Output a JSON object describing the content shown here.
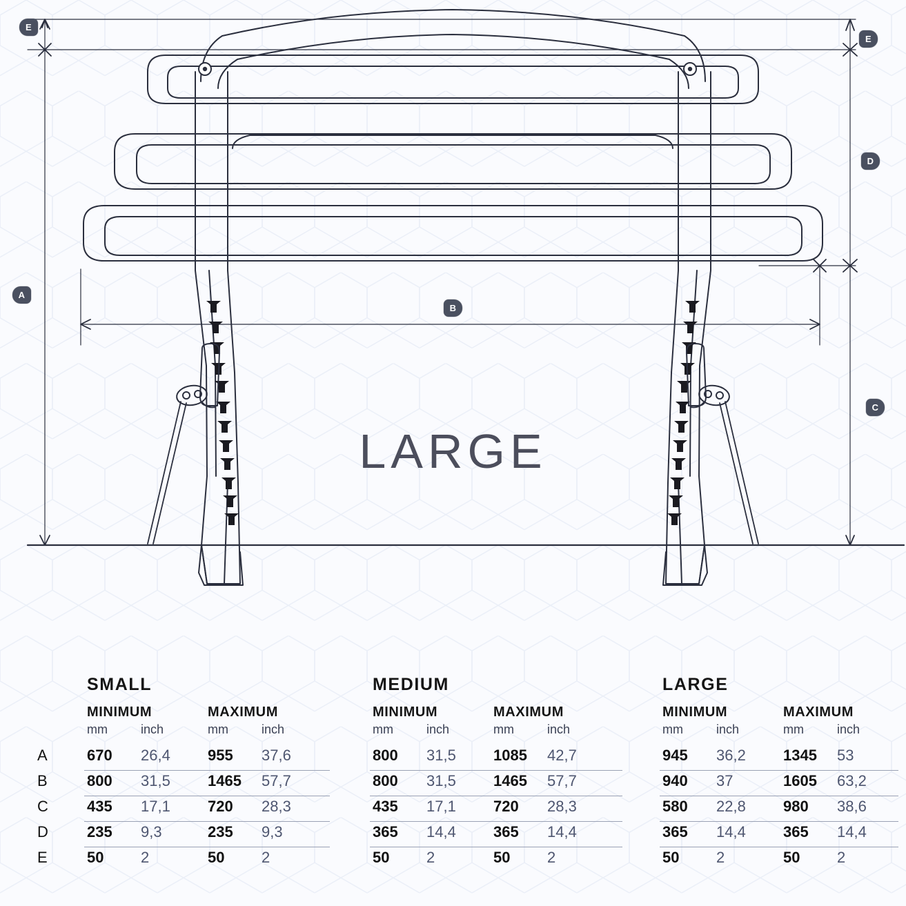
{
  "drawing": {
    "size_label": "LARGE",
    "badges": [
      {
        "id": "a",
        "letter": "A"
      },
      {
        "id": "e-left",
        "letter": "E"
      },
      {
        "id": "b",
        "letter": "B"
      },
      {
        "id": "e-right",
        "letter": "E"
      },
      {
        "id": "d",
        "letter": "D"
      },
      {
        "id": "c",
        "letter": "C"
      }
    ],
    "colors": {
      "line": "#2b2f3e",
      "badge_bg": "#4a5060",
      "badge_text": "#ffffff",
      "label_text": "#4c4e5c",
      "background": "#fafbfe",
      "honeycomb": "#dde5f3"
    }
  },
  "tables": {
    "headers": {
      "minimum": "MINIMUM",
      "maximum": "MAXIMUM",
      "unit_mm": "mm",
      "unit_inch": "inch"
    },
    "row_labels": [
      "A",
      "B",
      "C",
      "D",
      "E"
    ],
    "small": {
      "title": "SMALL",
      "rows": [
        {
          "label": "A",
          "min_mm": "670",
          "min_inch": "26,4",
          "max_mm": "955",
          "max_inch": "37,6"
        },
        {
          "label": "B",
          "min_mm": "800",
          "min_inch": "31,5",
          "max_mm": "1465",
          "max_inch": "57,7"
        },
        {
          "label": "C",
          "min_mm": "435",
          "min_inch": "17,1",
          "max_mm": "720",
          "max_inch": "28,3"
        },
        {
          "label": "D",
          "min_mm": "235",
          "min_inch": "9,3",
          "max_mm": "235",
          "max_inch": "9,3"
        },
        {
          "label": "E",
          "min_mm": "50",
          "min_inch": "2",
          "max_mm": "50",
          "max_inch": "2"
        }
      ]
    },
    "medium": {
      "title": "MEDIUM",
      "rows": [
        {
          "label": "A",
          "min_mm": "800",
          "min_inch": "31,5",
          "max_mm": "1085",
          "max_inch": "42,7"
        },
        {
          "label": "B",
          "min_mm": "800",
          "min_inch": "31,5",
          "max_mm": "1465",
          "max_inch": "57,7"
        },
        {
          "label": "C",
          "min_mm": "435",
          "min_inch": "17,1",
          "max_mm": "720",
          "max_inch": "28,3"
        },
        {
          "label": "D",
          "min_mm": "365",
          "min_inch": "14,4",
          "max_mm": "365",
          "max_inch": "14,4"
        },
        {
          "label": "E",
          "min_mm": "50",
          "min_inch": "2",
          "max_mm": "50",
          "max_inch": "2"
        }
      ]
    },
    "large": {
      "title": "LARGE",
      "rows": [
        {
          "label": "A",
          "min_mm": "945",
          "min_inch": "36,2",
          "max_mm": "1345",
          "max_inch": "53"
        },
        {
          "label": "B",
          "min_mm": "940",
          "min_inch": "37",
          "max_mm": "1605",
          "max_inch": "63,2"
        },
        {
          "label": "C",
          "min_mm": "580",
          "min_inch": "22,8",
          "max_mm": "980",
          "max_inch": "38,6"
        },
        {
          "label": "D",
          "min_mm": "365",
          "min_inch": "14,4",
          "max_mm": "365",
          "max_inch": "14,4"
        },
        {
          "label": "E",
          "min_mm": "50",
          "min_inch": "2",
          "max_mm": "50",
          "max_inch": "2"
        }
      ]
    }
  }
}
